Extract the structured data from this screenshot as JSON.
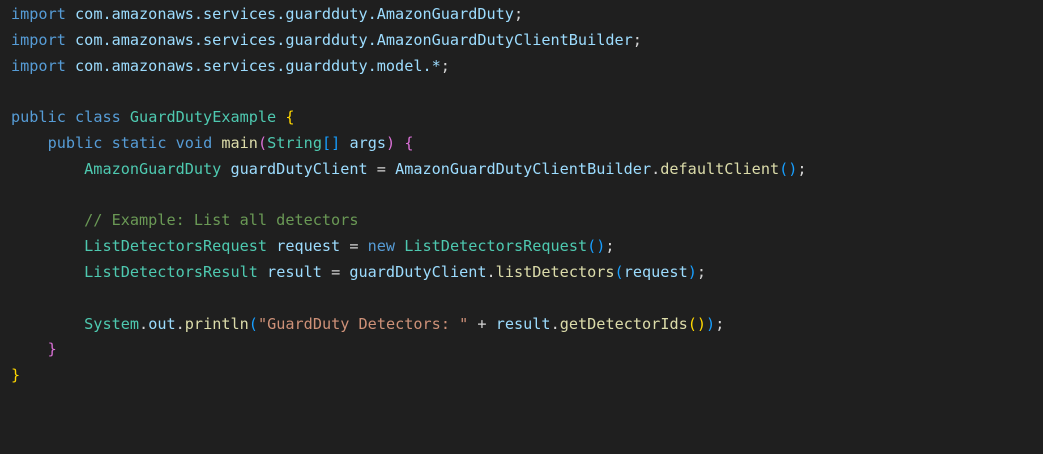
{
  "editor": {
    "lines": [
      [
        [
          "keyword",
          "import"
        ],
        [
          "plain",
          " "
        ],
        [
          "ident",
          "com.amazonaws.services.guardduty.AmazonGuardDuty"
        ],
        [
          "plain",
          ";"
        ]
      ],
      [
        [
          "keyword",
          "import"
        ],
        [
          "plain",
          " "
        ],
        [
          "ident",
          "com.amazonaws.services.guardduty.AmazonGuardDutyClientBuilder"
        ],
        [
          "plain",
          ";"
        ]
      ],
      [
        [
          "keyword",
          "import"
        ],
        [
          "plain",
          " "
        ],
        [
          "ident",
          "com.amazonaws.services.guardduty.model.*"
        ],
        [
          "plain",
          ";"
        ]
      ],
      [],
      [
        [
          "keyword",
          "public"
        ],
        [
          "plain",
          " "
        ],
        [
          "keyword",
          "class"
        ],
        [
          "plain",
          " "
        ],
        [
          "type",
          "GuardDutyExample"
        ],
        [
          "plain",
          " "
        ],
        [
          "bracket1",
          "{"
        ]
      ],
      [
        [
          "plain",
          "    "
        ],
        [
          "keyword",
          "public"
        ],
        [
          "plain",
          " "
        ],
        [
          "keyword",
          "static"
        ],
        [
          "plain",
          " "
        ],
        [
          "keyword",
          "void"
        ],
        [
          "plain",
          " "
        ],
        [
          "func",
          "main"
        ],
        [
          "bracket2",
          "("
        ],
        [
          "type",
          "String"
        ],
        [
          "bracket3",
          "[]"
        ],
        [
          "plain",
          " "
        ],
        [
          "ident",
          "args"
        ],
        [
          "bracket2",
          ")"
        ],
        [
          "plain",
          " "
        ],
        [
          "bracket2",
          "{"
        ]
      ],
      [
        [
          "plain",
          "        "
        ],
        [
          "type",
          "AmazonGuardDuty"
        ],
        [
          "plain",
          " "
        ],
        [
          "ident",
          "guardDutyClient"
        ],
        [
          "plain",
          " = "
        ],
        [
          "ident",
          "AmazonGuardDutyClientBuilder"
        ],
        [
          "plain",
          "."
        ],
        [
          "func",
          "defaultClient"
        ],
        [
          "bracket3",
          "()"
        ],
        [
          "plain",
          ";"
        ]
      ],
      [],
      [
        [
          "plain",
          "        "
        ],
        [
          "comment",
          "// Example: List all detectors"
        ]
      ],
      [
        [
          "plain",
          "        "
        ],
        [
          "type",
          "ListDetectorsRequest"
        ],
        [
          "plain",
          " "
        ],
        [
          "ident",
          "request"
        ],
        [
          "plain",
          " = "
        ],
        [
          "keyword",
          "new"
        ],
        [
          "plain",
          " "
        ],
        [
          "type",
          "ListDetectorsRequest"
        ],
        [
          "bracket3",
          "()"
        ],
        [
          "plain",
          ";"
        ]
      ],
      [
        [
          "plain",
          "        "
        ],
        [
          "type",
          "ListDetectorsResult"
        ],
        [
          "plain",
          " "
        ],
        [
          "ident",
          "result"
        ],
        [
          "plain",
          " = "
        ],
        [
          "ident",
          "guardDutyClient"
        ],
        [
          "plain",
          "."
        ],
        [
          "func",
          "listDetectors"
        ],
        [
          "bracket3",
          "("
        ],
        [
          "ident",
          "request"
        ],
        [
          "bracket3",
          ")"
        ],
        [
          "plain",
          ";"
        ]
      ],
      [],
      [
        [
          "plain",
          "        "
        ],
        [
          "type",
          "System"
        ],
        [
          "plain",
          "."
        ],
        [
          "ident",
          "out"
        ],
        [
          "plain",
          "."
        ],
        [
          "func",
          "println"
        ],
        [
          "bracket3",
          "("
        ],
        [
          "string",
          "\"GuardDuty Detectors: \""
        ],
        [
          "plain",
          " + "
        ],
        [
          "ident",
          "result"
        ],
        [
          "plain",
          "."
        ],
        [
          "func",
          "getDetectorIds"
        ],
        [
          "bracket1",
          "()"
        ],
        [
          "bracket3",
          ")"
        ],
        [
          "plain",
          ";"
        ]
      ],
      [
        [
          "plain",
          "    "
        ],
        [
          "bracket2",
          "}"
        ]
      ],
      [
        [
          "bracket1",
          "}"
        ]
      ]
    ]
  }
}
